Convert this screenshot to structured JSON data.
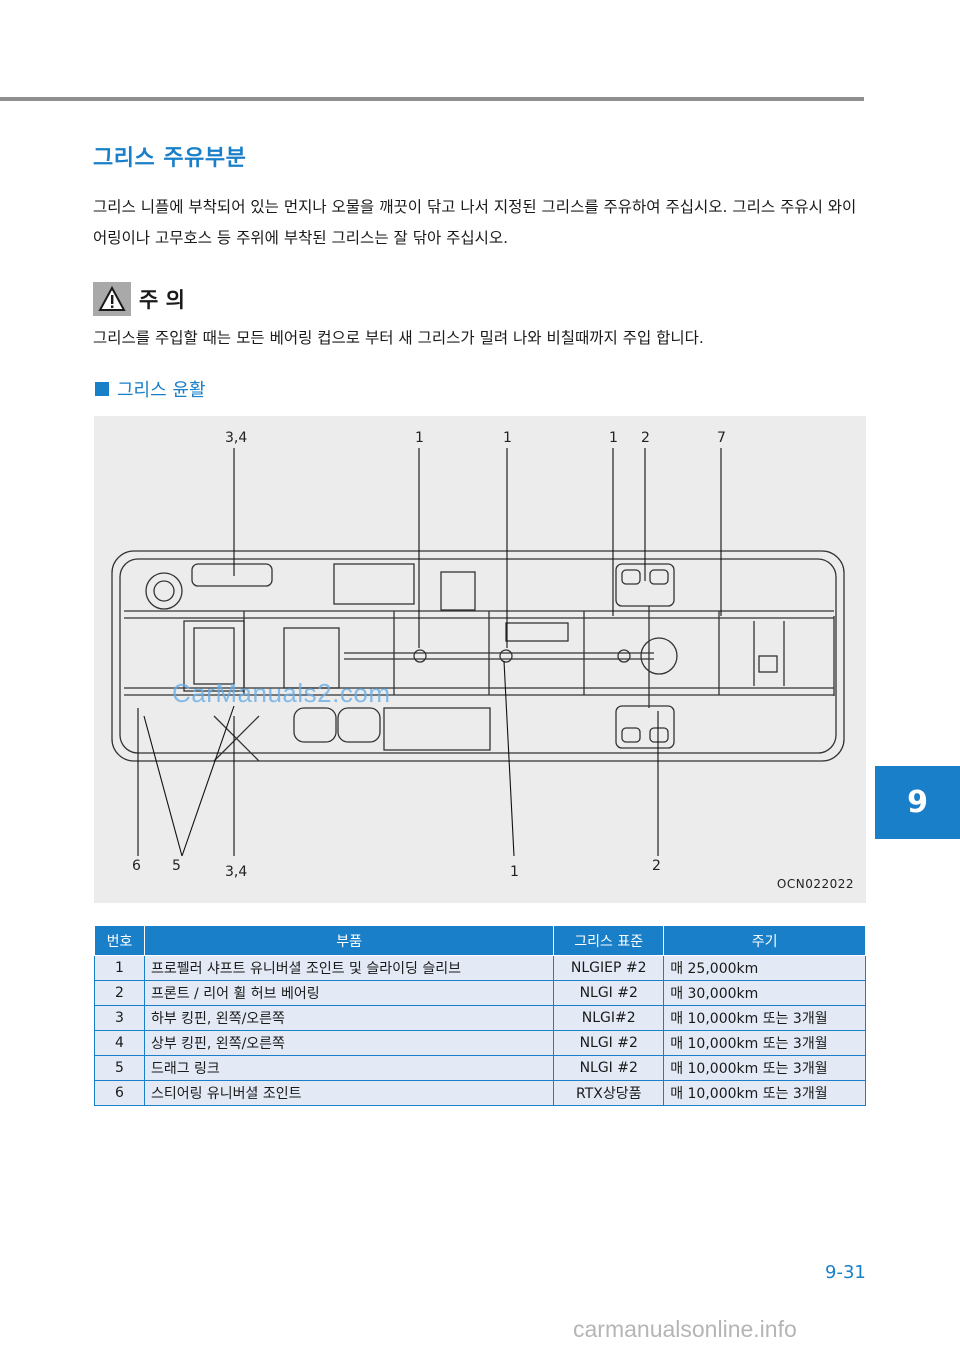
{
  "section": {
    "title": "그리스 주유부분",
    "intro": "그리스 니플에 부착되어 있는 먼지나 오물을 깨끗이 닦고 나서 지정된 그리스를 주유하여 주십시오. 그리스 주유시 와이어링이나 고무호스 등 주위에 부착된 그리스는 잘 닦아 주십시오."
  },
  "caution": {
    "icon": "warning-triangle-icon",
    "title": "주 의",
    "text": "그리스를 주입할 때는 모든 베어링 컵으로 부터 새 그리스가 밀려 나와 비칠때까지 주입 합니다."
  },
  "subsection": {
    "title": "그리스 윤활"
  },
  "figure": {
    "top_labels": [
      "3,4",
      "1",
      "1",
      "1",
      "2",
      "7"
    ],
    "bottom_labels": [
      "6",
      "5",
      "3,4",
      "1",
      "2"
    ],
    "code": "OCN022022",
    "watermark": "CarManuals2.com"
  },
  "table": {
    "headers": [
      "번호",
      "부품",
      "그리스 표준",
      "주기"
    ],
    "rows": [
      [
        "1",
        "프로펠러 샤프트 유니버셜 조인트 및 슬라이딩 슬리브",
        "NLGIEP #2",
        "매 25,000km"
      ],
      [
        "2",
        "프론트 / 리어 휠 허브 베어링",
        "NLGI #2",
        "매 30,000km"
      ],
      [
        "3",
        "하부 킹핀, 왼쪽/오른쪽",
        "NLGI#2",
        "매 10,000km 또는 3개월"
      ],
      [
        "4",
        "상부 킹핀, 왼쪽/오른쪽",
        "NLGI #2",
        "매 10,000km 또는 3개월"
      ],
      [
        "5",
        "드래그 링크",
        "NLGI #2",
        "매 10,000km 또는 3개월"
      ],
      [
        "6",
        "스티어링 유니버셜 조인트",
        "RTX상당품",
        "매 10,000km 또는 3개월"
      ]
    ]
  },
  "chapter_tab": "9",
  "page_number": "9-31",
  "footer": "carmanualsonline.info",
  "colors": {
    "accent": "#1a7fc9",
    "table_cell": "#e3eaf6",
    "caution_box": "#a9a9a9"
  }
}
